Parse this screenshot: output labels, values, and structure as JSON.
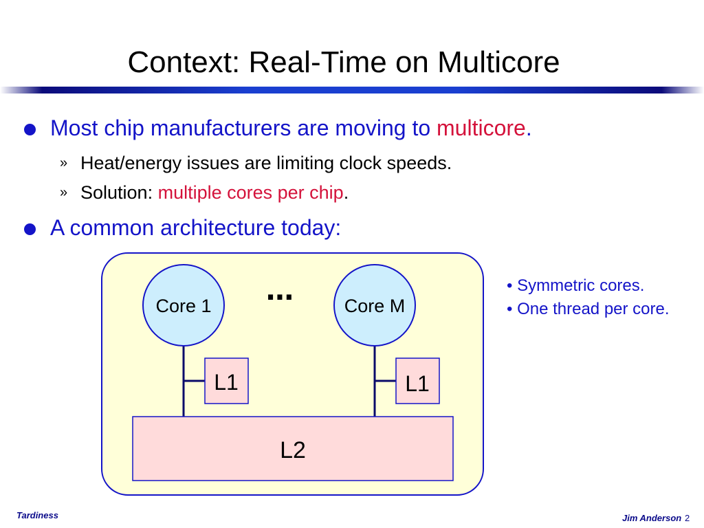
{
  "slide": {
    "title": "Context: Real-Time on Multicore",
    "bullets": [
      {
        "text": "Most chip manufacturers are moving to ",
        "highlight": "multicore",
        "end": "."
      },
      {
        "text": "A common architecture today:"
      }
    ],
    "sub_bullets": [
      {
        "mark": "»",
        "text": "Heat/energy issues are limiting clock speeds.",
        "highlight": "",
        "end": ""
      },
      {
        "mark": "»",
        "text": "Solution: ",
        "highlight": "multiple cores per chip",
        "end": "."
      }
    ]
  },
  "diagram": {
    "core1": "Core 1",
    "ellipsis": "⋯",
    "coreM": "Core M",
    "l1_left": "L1",
    "l1_right": "L1",
    "l2": "L2"
  },
  "side_notes": [
    "• Symmetric cores.",
    "• One thread per core."
  ],
  "footer": {
    "left": "Tardiness",
    "right": "Jim Anderson",
    "page": "2"
  },
  "colors": {
    "title_rule": "#1a3fd0",
    "bullet_blue": "#1414c8",
    "highlight_red": "#d4123b",
    "container_fill": "#ffffd9",
    "core_fill": "#cdeefd",
    "cache_fill": "#ffdbdb",
    "outline": "#1414c8"
  }
}
